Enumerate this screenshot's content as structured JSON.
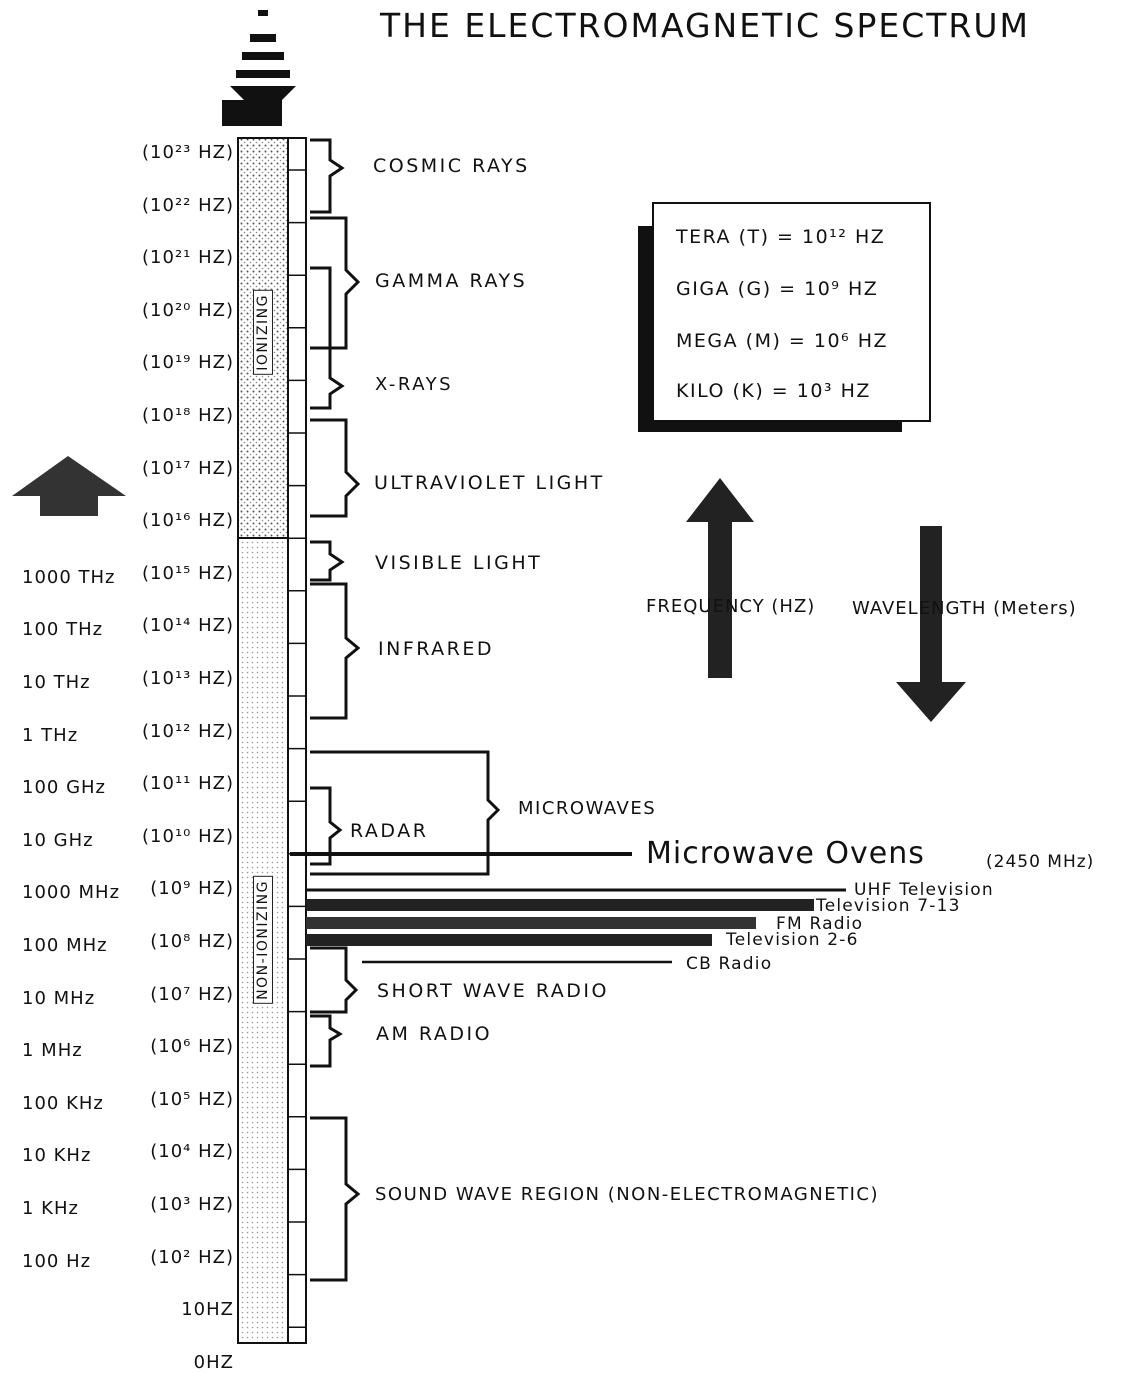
{
  "title": "THE ELECTROMAGNETIC SPECTRUM",
  "scale": {
    "ticks_hz": [
      {
        "exp": "23",
        "label": "(10²³ HZ)",
        "alt": ""
      },
      {
        "exp": "22",
        "label": "(10²² HZ)",
        "alt": ""
      },
      {
        "exp": "21",
        "label": "(10²¹ HZ)",
        "alt": ""
      },
      {
        "exp": "20",
        "label": "(10²⁰ HZ)",
        "alt": ""
      },
      {
        "exp": "19",
        "label": "(10¹⁹ HZ)",
        "alt": ""
      },
      {
        "exp": "18",
        "label": "(10¹⁸ HZ)",
        "alt": ""
      },
      {
        "exp": "17",
        "label": "(10¹⁷ HZ)",
        "alt": ""
      },
      {
        "exp": "16",
        "label": "(10¹⁶ HZ)",
        "alt": ""
      },
      {
        "exp": "15",
        "label": "(10¹⁵ HZ)",
        "alt": "1000 THz"
      },
      {
        "exp": "14",
        "label": "(10¹⁴ HZ)",
        "alt": "100 THz"
      },
      {
        "exp": "13",
        "label": "(10¹³ HZ)",
        "alt": "10 THz"
      },
      {
        "exp": "12",
        "label": "(10¹² HZ)",
        "alt": "1 THz"
      },
      {
        "exp": "11",
        "label": "(10¹¹ HZ)",
        "alt": "100 GHz"
      },
      {
        "exp": "10",
        "label": "(10¹⁰ HZ)",
        "alt": "10 GHz"
      },
      {
        "exp": "9",
        "label": "(10⁹ HZ)",
        "alt": "1000 MHz"
      },
      {
        "exp": "8",
        "label": "(10⁸ HZ)",
        "alt": "100 MHz"
      },
      {
        "exp": "7",
        "label": "(10⁷ HZ)",
        "alt": "10 MHz"
      },
      {
        "exp": "6",
        "label": "(10⁶ HZ)",
        "alt": "1 MHz"
      },
      {
        "exp": "5",
        "label": "(10⁵ HZ)",
        "alt": "100 KHz"
      },
      {
        "exp": "4",
        "label": "(10⁴ HZ)",
        "alt": "10 KHz"
      },
      {
        "exp": "3",
        "label": "(10³ HZ)",
        "alt": "1 KHz"
      },
      {
        "exp": "2",
        "label": "(10² HZ)",
        "alt": "100 Hz"
      },
      {
        "exp": "1",
        "label": "10HZ",
        "alt": ""
      },
      {
        "exp": "0",
        "label": "0HZ",
        "alt": ""
      }
    ],
    "ionizing_label": "IONIZING",
    "non_ionizing_label": "NON-IONIZING"
  },
  "regions": {
    "cosmic": "COSMIC RAYS",
    "gamma": "GAMMA RAYS",
    "xray": "X-RAYS",
    "uv": "ULTRAVIOLET LIGHT",
    "visible": "VISIBLE LIGHT",
    "infrared": "INFRARED",
    "microwaves": "MICROWAVES",
    "radar": "RADAR",
    "shortwave": "SHORT WAVE RADIO",
    "am": "AM RADIO",
    "sound": "SOUND WAVE REGION (NON-ELECTROMAGNETIC)"
  },
  "bands": {
    "ovens_name": "Microwave Ovens",
    "ovens_freq": "(2450 MHz)",
    "uhf": "UHF Television",
    "tv713": "Television 7-13",
    "fm": "FM Radio",
    "tv26": "Television 2-6",
    "cb": "CB Radio"
  },
  "legend": {
    "tera": "TERA (T) = 10¹² HZ",
    "giga": "GIGA (G) = 10⁹ HZ",
    "mega": "MEGA (M) = 10⁶ HZ",
    "kilo": "KILO (K) = 10³ HZ"
  },
  "axes": {
    "frequency": "FREQUENCY (HZ)",
    "wavelength": "WAVELENGTH (Meters)"
  },
  "colors": {
    "ink": "#111111",
    "stipple": "#bdbdbd",
    "paper": "#ffffff"
  }
}
